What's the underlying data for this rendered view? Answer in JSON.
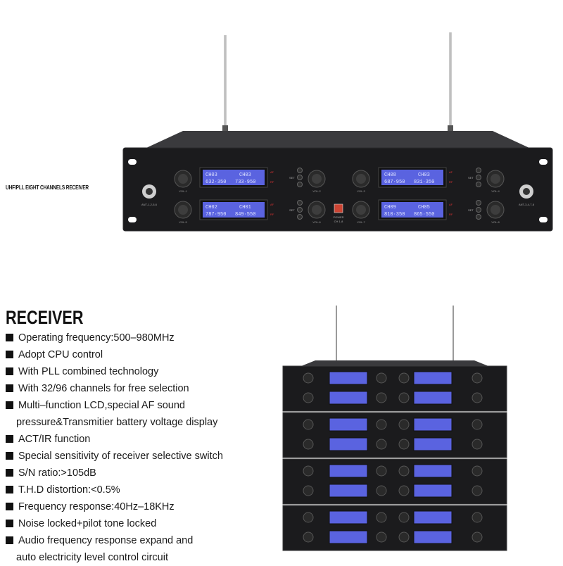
{
  "hero": {
    "caption": "UHF/PLL EIGHT CHANNELS RECEIVER",
    "ant_left": "ANT-1-2-5-6",
    "ant_right": "ANT-3-4-7-8",
    "power_label": "POWER",
    "power_sub": "CH 1-8",
    "vol_labels": [
      "VOL-1",
      "VOL-2",
      "VOL-3",
      "VOL-4",
      "VOL-5",
      "VOL-6",
      "VOL-7",
      "VOL-8"
    ],
    "af_label": "AF",
    "rf_label": "RF",
    "set_label": "SET",
    "displays": [
      {
        "left": "CH03",
        "right": "CH03",
        "freq_l": "632·350",
        "freq_r": "733·950"
      },
      {
        "left": "CH08",
        "right": "CH03",
        "freq_l": "687·950",
        "freq_r": "831·350"
      },
      {
        "left": "CH02",
        "right": "CH01",
        "freq_l": "787·950",
        "freq_r": "849·550"
      },
      {
        "left": "CH09",
        "right": "CH05",
        "freq_l": "810·350",
        "freq_r": "865·550"
      }
    ]
  },
  "receiver": {
    "heading": "RECEIVER",
    "specs": [
      {
        "text": "Operating frequency:500–980MHz",
        "bullet": true
      },
      {
        "text": "Adopt CPU control",
        "bullet": true
      },
      {
        "text": "With PLL combined technology",
        "bullet": true
      },
      {
        "text": "With 32/96 channels for free selection",
        "bullet": true
      },
      {
        "text": "Multi–function LCD,special AF sound",
        "bullet": true
      },
      {
        "text": "pressure&Transmitier battery voltage display",
        "bullet": false
      },
      {
        "text": "ACT/IR  function",
        "bullet": true
      },
      {
        "text": "Special sensitivity of receiver selective switch",
        "bullet": true
      },
      {
        "text": "S/N ratio:>105dB",
        "bullet": true
      },
      {
        "text": "T.H.D distortion:<0.5%",
        "bullet": true
      },
      {
        "text": "Frequency response:40Hz–18KHz",
        "bullet": true
      },
      {
        "text": "Noise locked+pilot tone locked",
        "bullet": true
      },
      {
        "text": "Audio frequency response expand and",
        "bullet": true
      },
      {
        "text": "auto electricity level control circuit",
        "bullet": false
      }
    ]
  },
  "colors": {
    "panel": "#1b1b1d",
    "panel_edge": "#2c2c2f",
    "lcd": "#5a63e0",
    "lcd_text": "#dfe3ff",
    "knob": "#2a2a2a"
  }
}
